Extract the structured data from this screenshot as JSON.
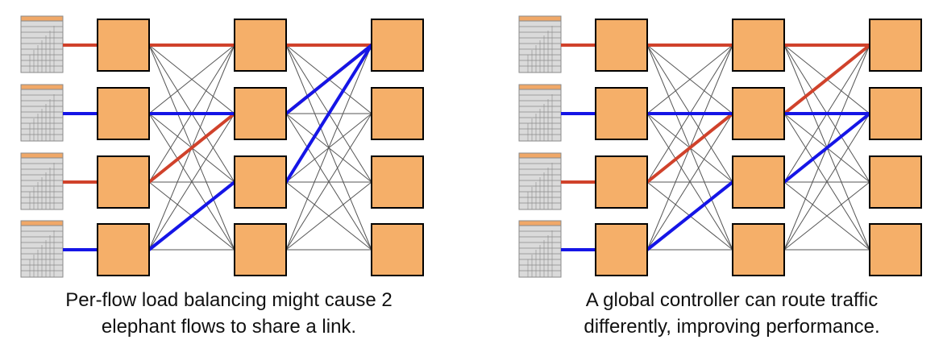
{
  "colors": {
    "switch_fill": "#F5AF69",
    "switch_stroke": "#000000",
    "mesh_line": "#555555",
    "flow_red": "#D0422B",
    "flow_blue": "#1515E6",
    "server_header": "#F0A868",
    "server_body": "#DADADA",
    "server_grid": "#8A8A8A"
  },
  "diagrams": [
    {
      "id": "left",
      "caption_lines": [
        "Per-flow load balancing might cause 2",
        "elephant flows to share a link."
      ],
      "flows": [
        {
          "color": "red",
          "path": [
            [
              0,
              0
            ],
            [
              1,
              0
            ],
            [
              2,
              0
            ]
          ]
        },
        {
          "color": "red",
          "path": [
            [
              0,
              2
            ],
            [
              1,
              1
            ],
            [
              2,
              0
            ]
          ]
        },
        {
          "color": "blue",
          "path": [
            [
              0,
              1
            ],
            [
              1,
              1
            ],
            [
              2,
              0
            ]
          ]
        },
        {
          "color": "blue",
          "path": [
            [
              0,
              3
            ],
            [
              1,
              2
            ],
            [
              2,
              0
            ]
          ]
        }
      ]
    },
    {
      "id": "right",
      "caption_lines": [
        "A global controller can route traffic",
        "differently, improving performance."
      ],
      "flows": [
        {
          "color": "red",
          "path": [
            [
              0,
              0
            ],
            [
              1,
              0
            ],
            [
              2,
              0
            ]
          ]
        },
        {
          "color": "red",
          "path": [
            [
              0,
              2
            ],
            [
              1,
              1
            ],
            [
              2,
              0
            ]
          ]
        },
        {
          "color": "blue",
          "path": [
            [
              0,
              1
            ],
            [
              1,
              1
            ],
            [
              2,
              1
            ]
          ]
        },
        {
          "color": "blue",
          "path": [
            [
              0,
              3
            ],
            [
              1,
              2
            ],
            [
              2,
              1
            ]
          ]
        }
      ]
    }
  ]
}
